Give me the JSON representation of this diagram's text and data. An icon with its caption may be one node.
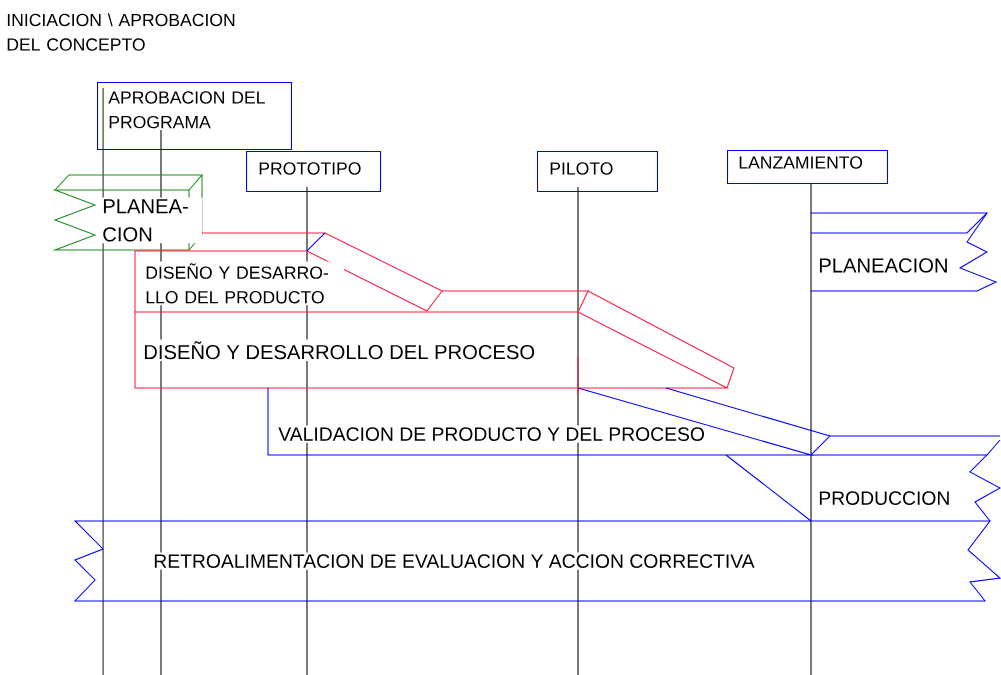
{
  "diagram": {
    "nodes": [
      {
        "text": [
          "APROBACION DEL PROGRAMA"
        ]
      },
      {
        "text": [
          "PROTOTIPO"
        ]
      },
      {
        "text": [
          "PILOTO"
        ]
      },
      {
        "text": [
          "LANZAMIENTO"
        ]
      },
      {
        "text": [
          "PLANEA- CION"
        ]
      },
      {
        "text": [
          "DISEÑO Y DESARRO- LLO DEL PRODUCTO"
        ]
      },
      {
        "text": [
          "DISEÑO Y DESARROLLO DEL PROCESO"
        ]
      },
      {
        "text": [
          "VALIDACION DE PRODUCTO Y DEL PROCESO"
        ]
      },
      {
        "text": [
          "PLANEACION"
        ]
      },
      {
        "text": [
          "PRODUCCION"
        ]
      },
      {
        "text": [
          "RETROALIMENTACION DE EVALUACION Y ACCION CORRECTIVA"
        ]
      }
    ],
    "labels": [
      "INICIACION \\ APROBACION DEL CONCEPTO"
    ]
  }
}
